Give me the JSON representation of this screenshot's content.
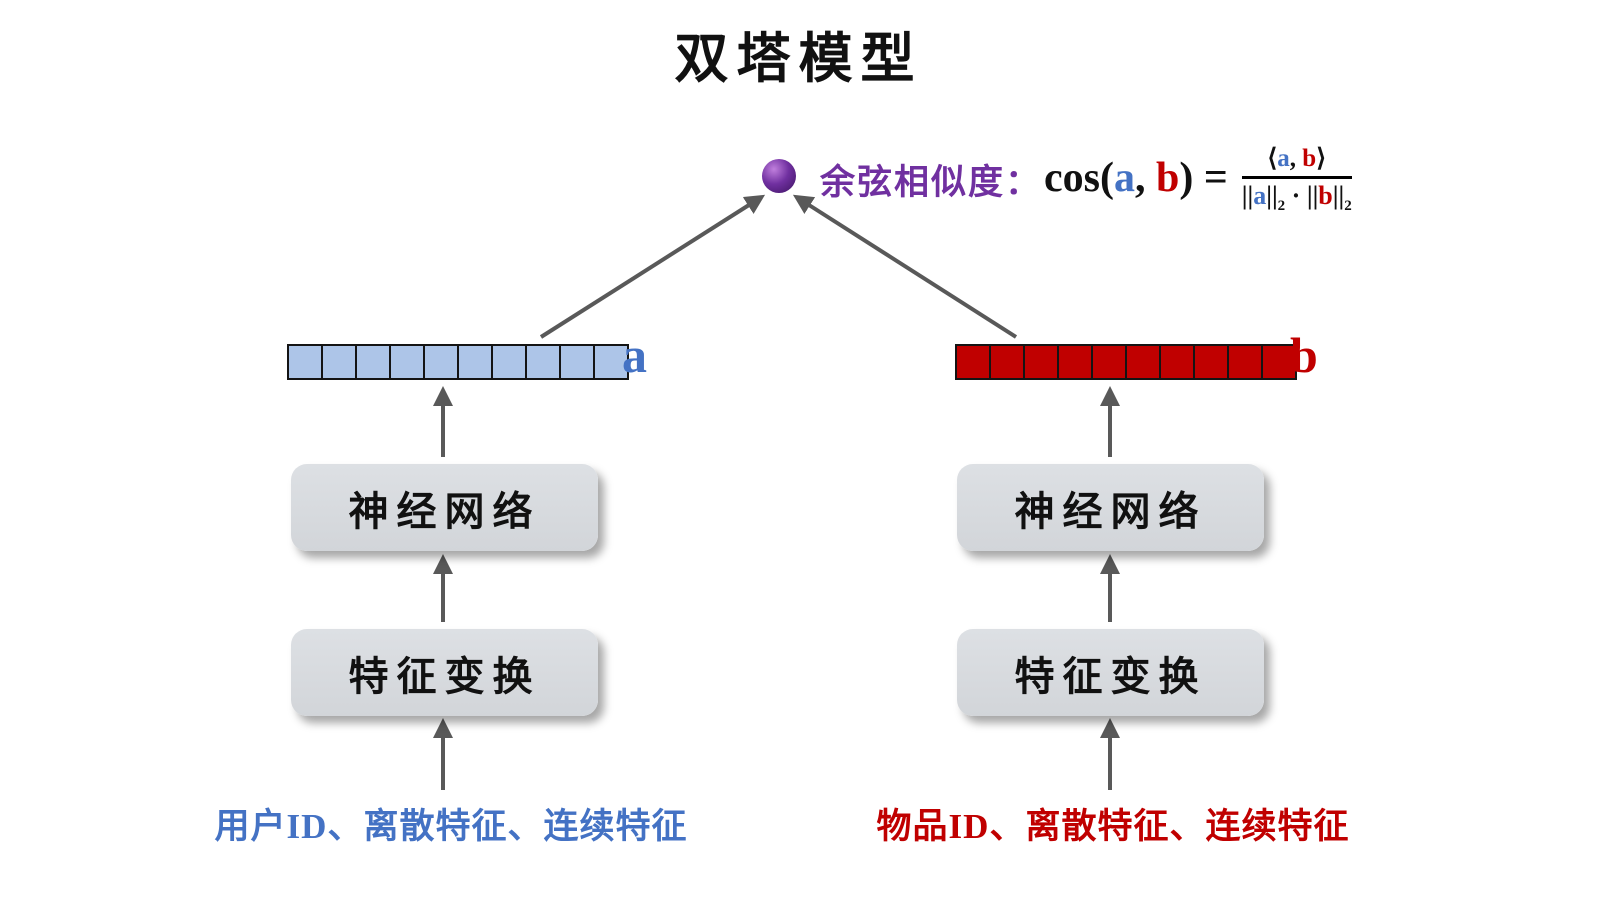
{
  "title": "双塔模型",
  "similarity": {
    "label": "余弦相似度：",
    "formula": {
      "cos_open": "cos(",
      "a": "a",
      "comma": ", ",
      "b": "b",
      "close_eq": ") =",
      "num_open": "⟨",
      "num_close": "⟩",
      "norm": "||",
      "sub2": "2",
      "dot": " · "
    }
  },
  "left_tower": {
    "vector_label": "a",
    "cell_count": 10,
    "cell_color": "#adc5e8",
    "nn_box_label": "神经网络",
    "ft_box_label": "特征变换",
    "input_label": "用户ID、离散特征、连续特征"
  },
  "right_tower": {
    "vector_label": "b",
    "cell_count": 10,
    "cell_color": "#c00000",
    "nn_box_label": "神经网络",
    "ft_box_label": "特征变换",
    "input_label": "物品ID、离散特征、连续特征"
  },
  "colors": {
    "blue": "#4472c4",
    "red": "#c00000",
    "purple": "#7030a0",
    "arrow": "#595959"
  }
}
